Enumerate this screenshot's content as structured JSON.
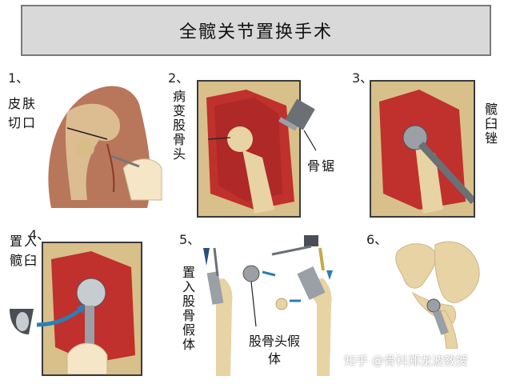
{
  "title": "全髋关节置换手术",
  "steps": [
    {
      "number": "1、",
      "label": "皮肤切口"
    },
    {
      "number": "2、",
      "label": "病变股骨头",
      "tool_label": "骨锯"
    },
    {
      "number": "3、",
      "label": "髋臼锉"
    },
    {
      "number": "4、",
      "label": "置入髋臼"
    },
    {
      "number": "5、",
      "label": "置入股骨假体",
      "head_label": "股骨头假体"
    },
    {
      "number": "6、"
    }
  ],
  "watermark": "知乎 @骨科郑龙波教授",
  "colors": {
    "title_bg": "#d9d9d9",
    "muscle": "#c0302c",
    "bone": "#e8d3a4",
    "skin": "#b8775a",
    "drape": "#d8c08a",
    "metal": "#9aa0a6",
    "arrow": "#2a7fb5"
  }
}
